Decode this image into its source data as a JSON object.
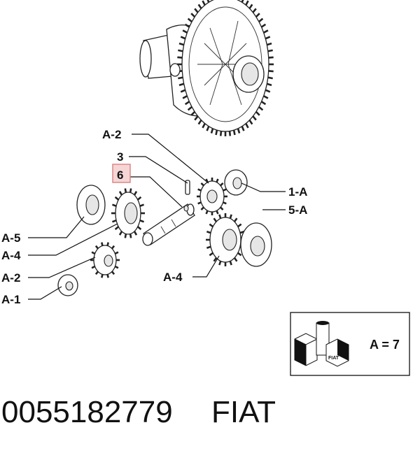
{
  "callouts": {
    "a2_top": "A-2",
    "n3": "3",
    "n6": "6",
    "r1a": "1-A",
    "r5a": "5-A",
    "a5": "A-5",
    "a4_left": "A-4",
    "a2_left": "A-2",
    "a1": "A-1",
    "a4_mid": "A-4"
  },
  "kit_box": {
    "quantity_label": "A = 7",
    "box_text": "FIAT"
  },
  "footer": {
    "part_number": "0055182779",
    "brand": "FIAT"
  },
  "colors": {
    "highlight_box_fill": "#f6d5d5",
    "highlight_box_border": "#d98080",
    "line": "#111111"
  }
}
